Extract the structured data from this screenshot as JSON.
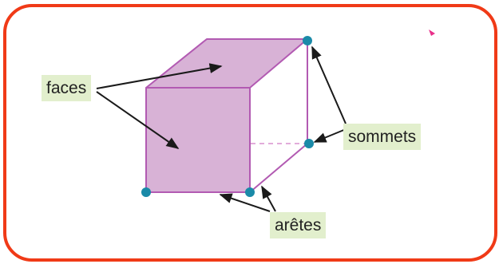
{
  "labels": {
    "faces": "faces",
    "sommets": "sommets",
    "aretes": "arêtes"
  },
  "colors": {
    "frame_border": "#f03a17",
    "cube_fill": "#d8b2d6",
    "cube_edge": "#b25ab2",
    "vertex_dot": "#1a8aa8",
    "arrow": "#1a1a1a",
    "label_bg": "#e2efcd"
  }
}
